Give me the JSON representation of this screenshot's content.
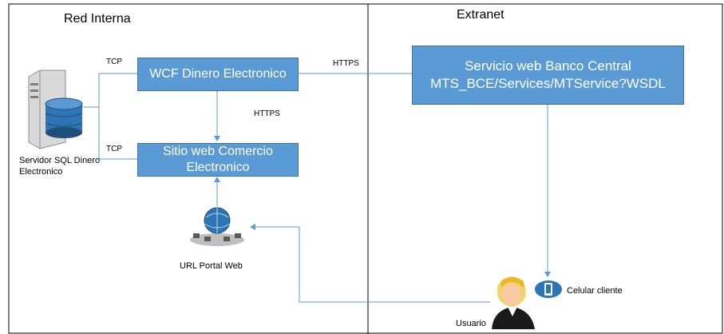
{
  "zones": {
    "internal": "Red Interna",
    "extranet": "Extranet"
  },
  "nodes": {
    "wcf": "WCF Dinero Electronico",
    "web_site": "Sitio web Comercio Electronico",
    "central_bank": "Servicio web Banco Central MTS_BCE/Services/MTService?WSDL",
    "sql_server": "Servidor SQL Dinero Electronico",
    "portal": "URL Portal Web",
    "mobile": "Celular cliente",
    "user": "Usuario"
  },
  "connections": {
    "tcp_wcf": "TCP",
    "tcp_web": "TCP",
    "https_wcf_bank": "HTTPS",
    "https_wcf_web": "HTTPS"
  },
  "colors": {
    "box_fill": "#5b9bd5",
    "box_border": "#41719c",
    "line": "#5b9bd5"
  },
  "icons": {
    "server": "database-server-icon",
    "globe": "globe-network-icon",
    "phone": "mobile-phone-icon",
    "user": "user-person-icon"
  }
}
